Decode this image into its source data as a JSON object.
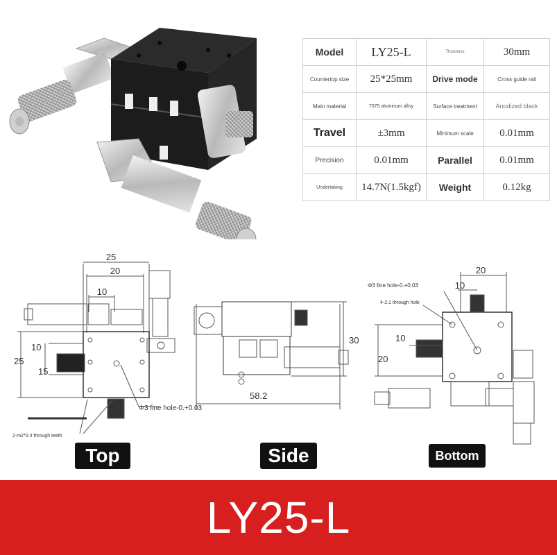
{
  "specs": {
    "rows": [
      {
        "l1": "Model",
        "v1": "LY25-L",
        "l2": "Thickness",
        "v2": "30mm"
      },
      {
        "l1": "Countertop size",
        "v1": "25*25mm",
        "l2": "Drive mode",
        "v2": "Cross guide rail"
      },
      {
        "l1": "Main material",
        "v1": "7075 aluminum alloy",
        "l2": "Surface treatment",
        "v2": "Anodized black"
      },
      {
        "l1": "Travel",
        "v1": "±3mm",
        "l2": "Minimum scale",
        "v2": "0.01mm"
      },
      {
        "l1": "Precision",
        "v1": "0.01mm",
        "l2": "Parallel",
        "v2": "0.01mm"
      },
      {
        "l1": "Undertaking",
        "v1": "14.7N(1.5kgf)",
        "l2": "Weight",
        "v2": "0.12kg"
      }
    ]
  },
  "top_view": {
    "dim_25": "25",
    "dim_20": "20",
    "dim_10": "10",
    "dim_left_25": "25",
    "dim_left_10": "10",
    "dim_left_15": "15",
    "note_hole": "Φ3 fine hole-0.+0.03",
    "note_teeth": "2-m2*0.4 through teeth",
    "label": "Top"
  },
  "side_view": {
    "dim_30": "30",
    "dim_58": "58.2",
    "label": "Side"
  },
  "bottom_view": {
    "dim_20": "20",
    "dim_10": "10",
    "dim_left_10": "10",
    "dim_left_20": "20",
    "note_hole": "Φ3 fine hole-0.+0.03",
    "note_through": "4-2.1 through hole",
    "label": "Bottom"
  },
  "banner": {
    "title": "LY25-L"
  },
  "colors": {
    "banner": "#d81f1f",
    "stage_body": "#1c1c1c",
    "metal": "#c8c8c8"
  }
}
